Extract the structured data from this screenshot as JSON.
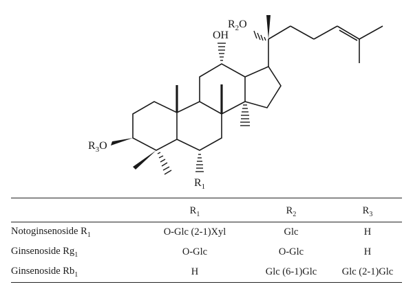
{
  "structure": {
    "label_oh": "OH",
    "label_r2": "R",
    "label_r2_sub": "2",
    "label_r2_o": "O",
    "label_r3": "R",
    "label_r3_sub": "3",
    "label_r3_o": "O",
    "label_r1": "R",
    "label_r1_sub": "1"
  },
  "table": {
    "headers": [
      {
        "main": "",
        "sub": ""
      },
      {
        "main": "R",
        "sub": "1"
      },
      {
        "main": "R",
        "sub": "2"
      },
      {
        "main": "R",
        "sub": "3"
      }
    ],
    "rows": [
      {
        "name": "Notoginsenoside R",
        "name_sub": "1",
        "r1": "O-Glc (2-1)Xyl",
        "r2": "Glc",
        "r3": "H"
      },
      {
        "name": "Ginsenoside Rg",
        "name_sub": "1",
        "r1": "O-Glc",
        "r2": "O-Glc",
        "r3": "H"
      },
      {
        "name": "Ginsenoside Rb",
        "name_sub": "1",
        "r1": "H",
        "r2": "Glc (6-1)Glc",
        "r3": "Glc (2-1)Glc"
      }
    ]
  }
}
